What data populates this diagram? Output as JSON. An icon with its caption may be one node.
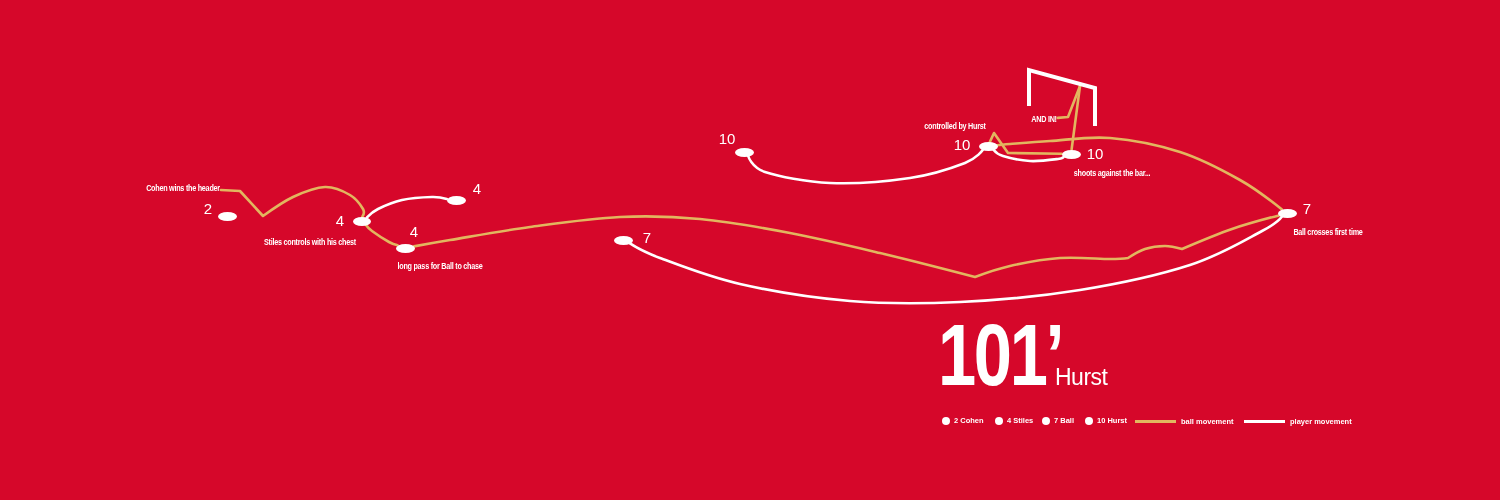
{
  "diagram": {
    "title": "101’",
    "nodes": [
      {
        "text": [
          "Cohen wins the header"
        ]
      },
      {
        "text": [],
        "shape": "circle",
        "beside": [
          "2"
        ]
      },
      {
        "text": [],
        "shape": "circle",
        "beside": [
          "4",
          "Stiles controls with his chest"
        ]
      },
      {
        "text": [],
        "shape": "circle",
        "beside": [
          "4",
          "long pass for Ball to chase"
        ]
      },
      {
        "text": [],
        "shape": "circle",
        "beside": [
          "4"
        ]
      },
      {
        "text": [],
        "shape": "circle",
        "beside": [
          "7"
        ]
      },
      {
        "text": [],
        "shape": "circle",
        "beside": [
          "10"
        ]
      },
      {
        "text": [],
        "shape": "circle",
        "beside": [
          "controlled by Hurst",
          "10"
        ]
      },
      {
        "text": [],
        "shape": "picture"
      },
      {
        "text": [
          "AND IN!"
        ],
        "in": 8
      },
      {
        "text": [],
        "shape": "circle",
        "beside": [
          "10",
          "shoots against the bar..."
        ]
      },
      {
        "text": [],
        "shape": "circle",
        "beside": [
          "7",
          "Ball crosses first time"
        ]
      }
    ],
    "edges": [
      {
        "from": 0,
        "to": 2,
        "arrow": "none"
      },
      {
        "from": 4,
        "to": 2,
        "arrow": "none",
        "color": "#ffffff"
      },
      {
        "from": 2,
        "to": 3,
        "arrow": "none"
      },
      {
        "from": 3,
        "to": 11,
        "arrow": "none"
      },
      {
        "from": 5,
        "to": 11,
        "arrow": "none",
        "color": "#ffffff"
      },
      {
        "from": 6,
        "to": 7,
        "arrow": "none",
        "color": "#ffffff"
      },
      {
        "from": 11,
        "to": 7,
        "arrow": "none"
      },
      {
        "from": 7,
        "to": 10,
        "arrow": "none",
        "color": "#ffffff"
      },
      {
        "from": 7,
        "to": 10,
        "arrow": "none"
      },
      {
        "from": 10,
        "to": 8,
        "arrow": "none"
      },
      {
        "from": 8,
        "to": 9,
        "arrow": "none"
      }
    ],
    "labels": [
      "Hurst"
    ],
    "legend": [
      {
        "text": "2 Cohen",
        "color": "#ffffff"
      },
      {
        "text": "4 Stiles",
        "color": "#ffffff"
      },
      {
        "text": "7 Ball",
        "color": "#ffffff"
      },
      {
        "text": "10 Hurst",
        "color": "#ffffff"
      },
      {
        "text": "ball movement"
      },
      {
        "text": "player movement"
      }
    ]
  }
}
